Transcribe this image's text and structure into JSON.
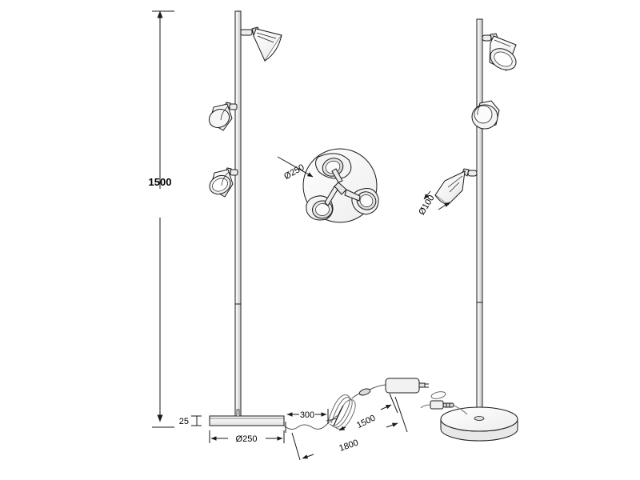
{
  "drawing": {
    "title": "Floor lamp technical dimension drawing",
    "background": "#ffffff",
    "line_color": "#1a1a1a",
    "shade_color": "#c9c9c9"
  },
  "dimensions": {
    "height_total": "1500",
    "base_thickness": "25",
    "base_diameter": "Ø250",
    "top_view_diameter": "Ø250",
    "spot_head_diameter": "Ø100",
    "cable_to_switch": "300",
    "cable_segment": "1500",
    "cable_total": "1800"
  },
  "views": {
    "left_elevation": "front view of floor lamp with three adjustable spots",
    "top_view": "top view of three-spot arrangement",
    "right_elevation": "perspective view of floor lamp with round base",
    "cable_detail": "mains cable with inline switch and power adapter"
  }
}
